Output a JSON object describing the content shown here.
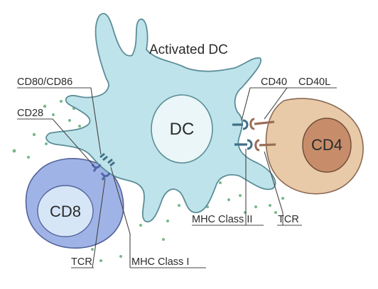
{
  "title": "Activated DC",
  "cells": {
    "dc": "DC",
    "cd8": "CD8",
    "cd4": "CD4"
  },
  "labels": {
    "cd80_cd86": "CD80/CD86",
    "cd28": "CD28",
    "tcr_left": "TCR",
    "mhc_class_i": "MHC Class I",
    "cd40": "CD40",
    "cd40l": "CD40L",
    "mhc_class_ii": "MHC Class II",
    "tcr_right": "TCR"
  },
  "colors": {
    "dc_fill": "#bfe3ea",
    "dc_nucleus": "#eaf6f7",
    "cd8_fill": "#9fb3e6",
    "cd8_nucleus": "#d6e6f7",
    "cd4_fill": "#e8c9a8",
    "cd4_nucleus": "#c78d6a",
    "dots": "#78b88a"
  }
}
